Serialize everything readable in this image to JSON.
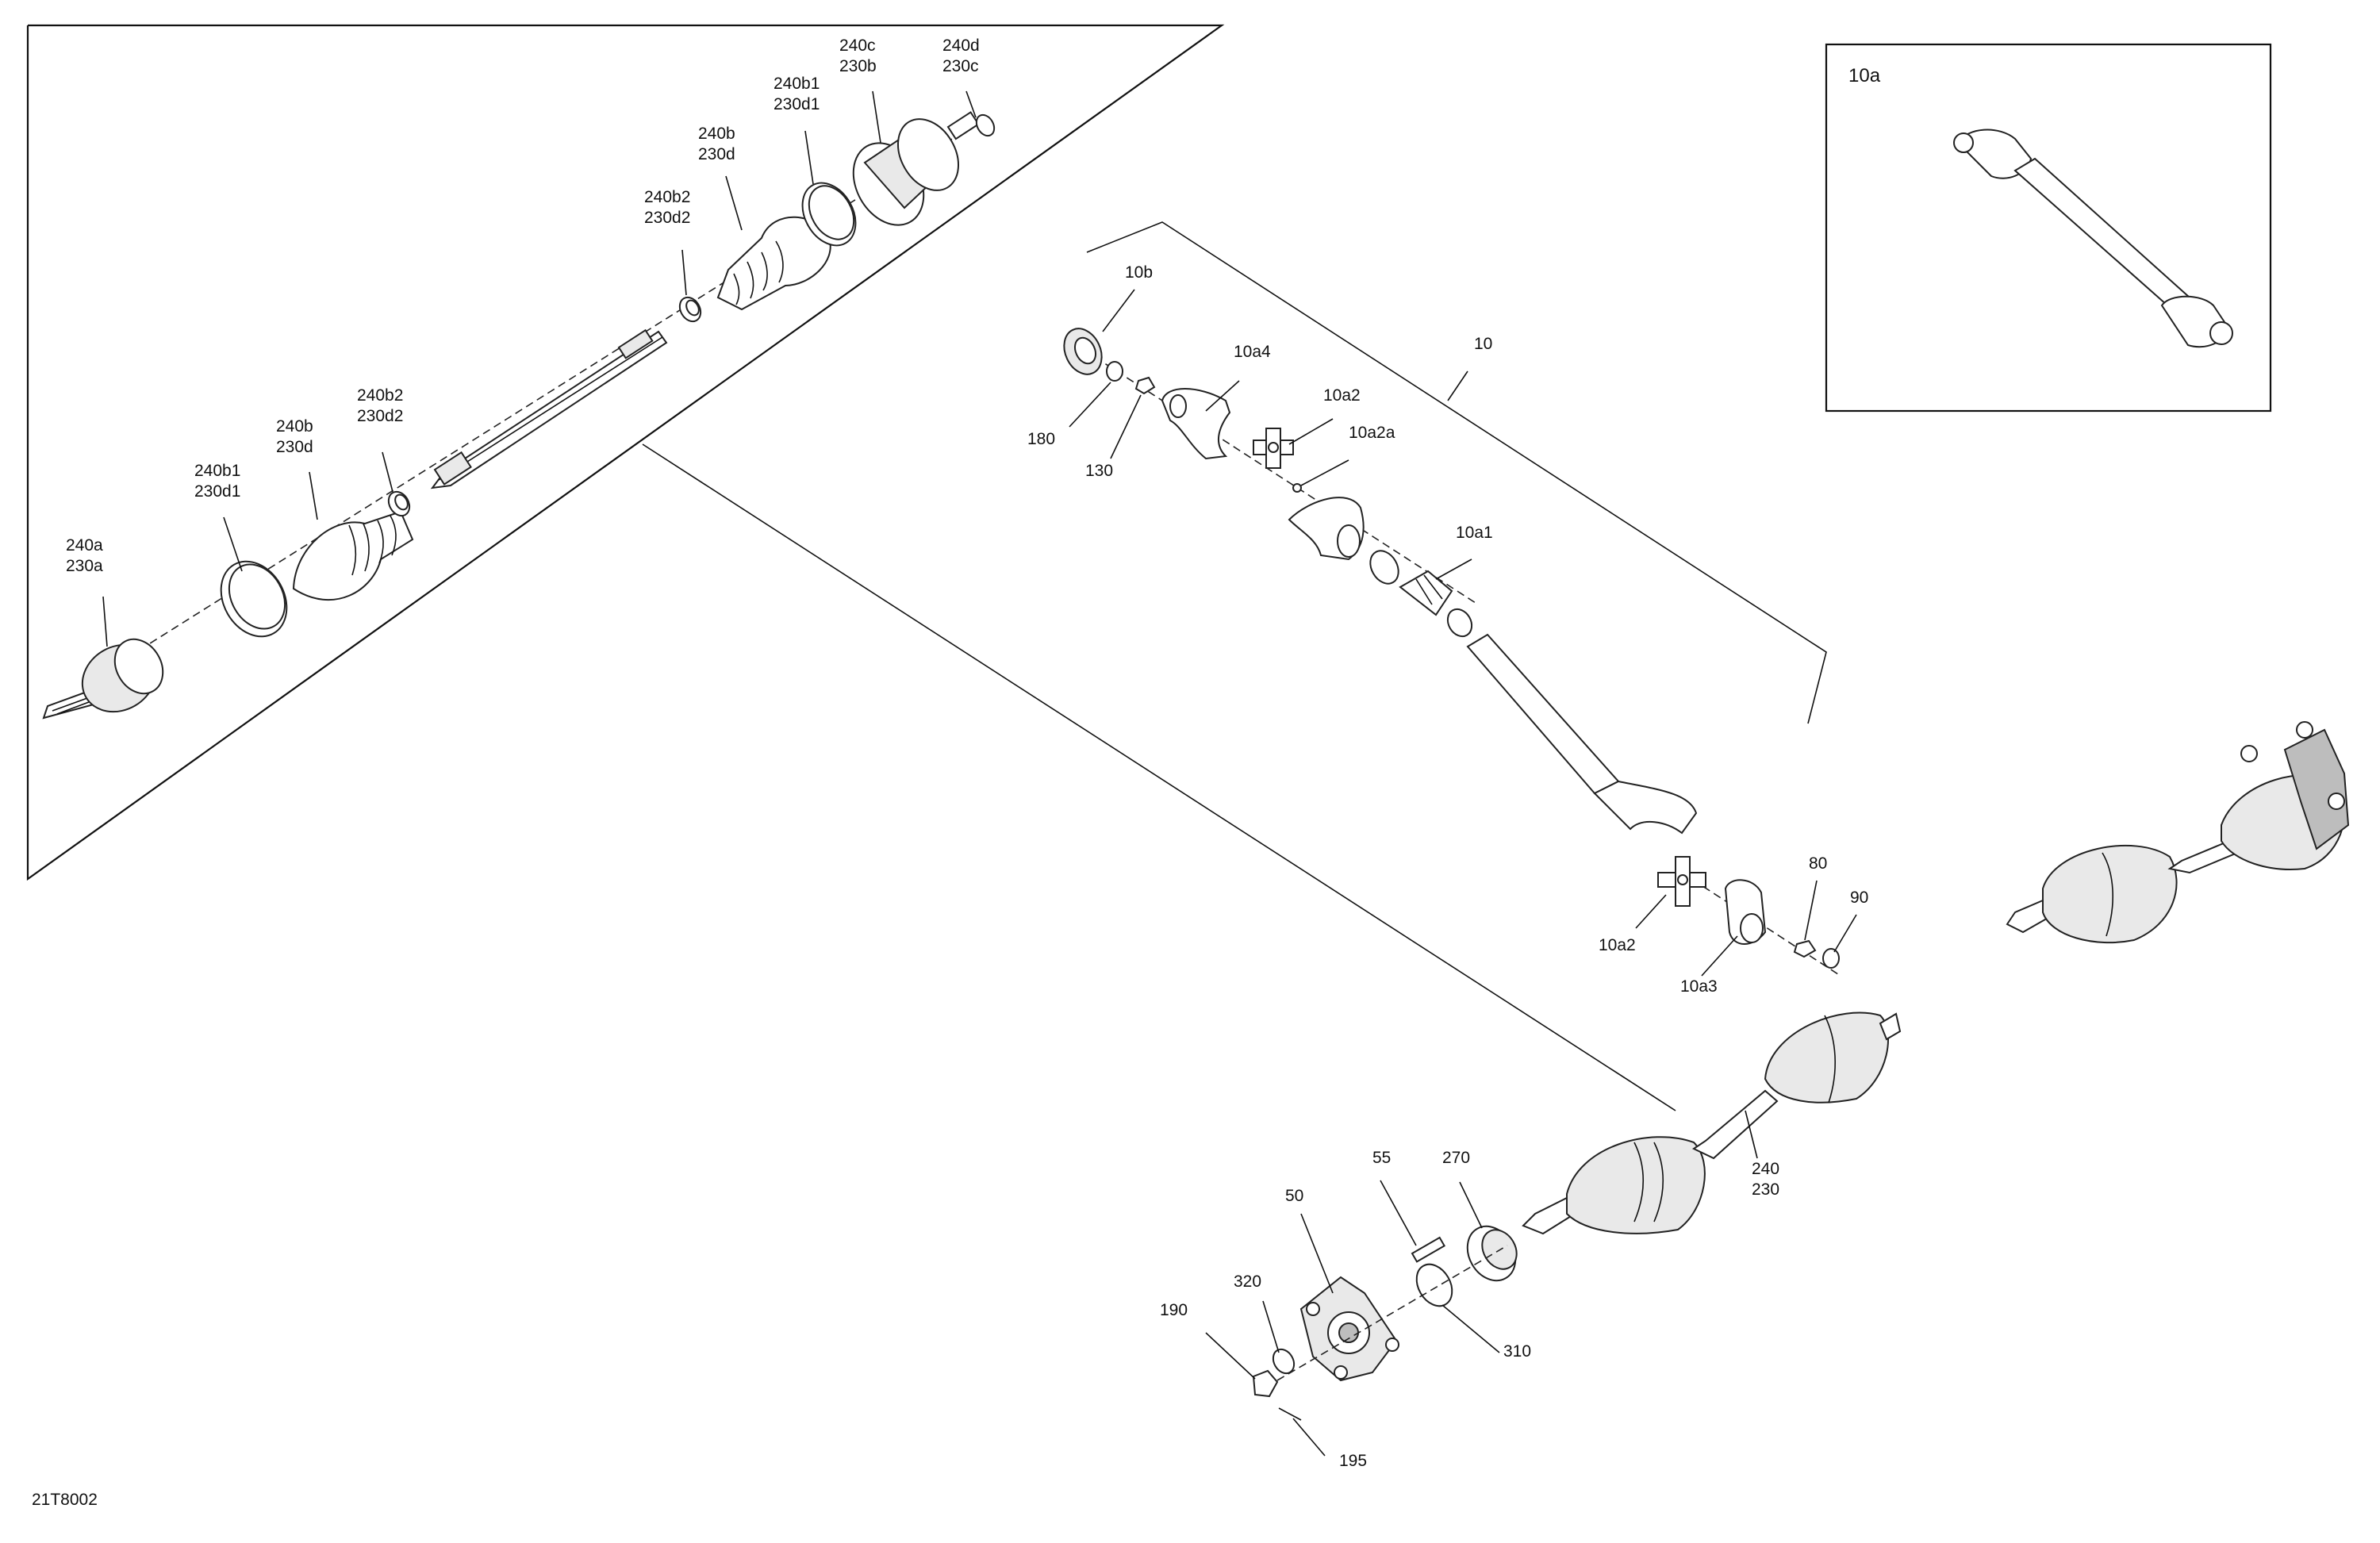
{
  "diagram": {
    "code": "21T8002",
    "inset_label": "10a",
    "callouts": [
      {
        "id": "c-240a",
        "lines": [
          "240a",
          "230a"
        ]
      },
      {
        "id": "c-240b1-l",
        "lines": [
          "240b1",
          "230d1"
        ]
      },
      {
        "id": "c-240b-l",
        "lines": [
          "240b",
          "230d"
        ]
      },
      {
        "id": "c-240b2-l",
        "lines": [
          "240b2",
          "230d2"
        ]
      },
      {
        "id": "c-240b2-u",
        "lines": [
          "240b2",
          "230d2"
        ]
      },
      {
        "id": "c-240b-u",
        "lines": [
          "240b",
          "230d"
        ]
      },
      {
        "id": "c-240b1-u",
        "lines": [
          "240b1",
          "230d1"
        ]
      },
      {
        "id": "c-240c",
        "lines": [
          "240c",
          "230b"
        ]
      },
      {
        "id": "c-240d",
        "lines": [
          "240d",
          "230c"
        ]
      },
      {
        "id": "c-10b",
        "lines": [
          "10b"
        ]
      },
      {
        "id": "c-180",
        "lines": [
          "180"
        ]
      },
      {
        "id": "c-130",
        "lines": [
          "130"
        ]
      },
      {
        "id": "c-10a4",
        "lines": [
          "10a4"
        ]
      },
      {
        "id": "c-10a2-u",
        "lines": [
          "10a2"
        ]
      },
      {
        "id": "c-10a2a",
        "lines": [
          "10a2a"
        ]
      },
      {
        "id": "c-10",
        "lines": [
          "10"
        ]
      },
      {
        "id": "c-10a1",
        "lines": [
          "10a1"
        ]
      },
      {
        "id": "c-10a2-l",
        "lines": [
          "10a2"
        ]
      },
      {
        "id": "c-10a3",
        "lines": [
          "10a3"
        ]
      },
      {
        "id": "c-80",
        "lines": [
          "80"
        ]
      },
      {
        "id": "c-90",
        "lines": [
          "90"
        ]
      },
      {
        "id": "c-55",
        "lines": [
          "55"
        ]
      },
      {
        "id": "c-270",
        "lines": [
          "270"
        ]
      },
      {
        "id": "c-50",
        "lines": [
          "50"
        ]
      },
      {
        "id": "c-320",
        "lines": [
          "320"
        ]
      },
      {
        "id": "c-190",
        "lines": [
          "190"
        ]
      },
      {
        "id": "c-310",
        "lines": [
          "310"
        ]
      },
      {
        "id": "c-195",
        "lines": [
          "195"
        ]
      },
      {
        "id": "c-240",
        "lines": [
          "240",
          "230"
        ]
      }
    ]
  }
}
